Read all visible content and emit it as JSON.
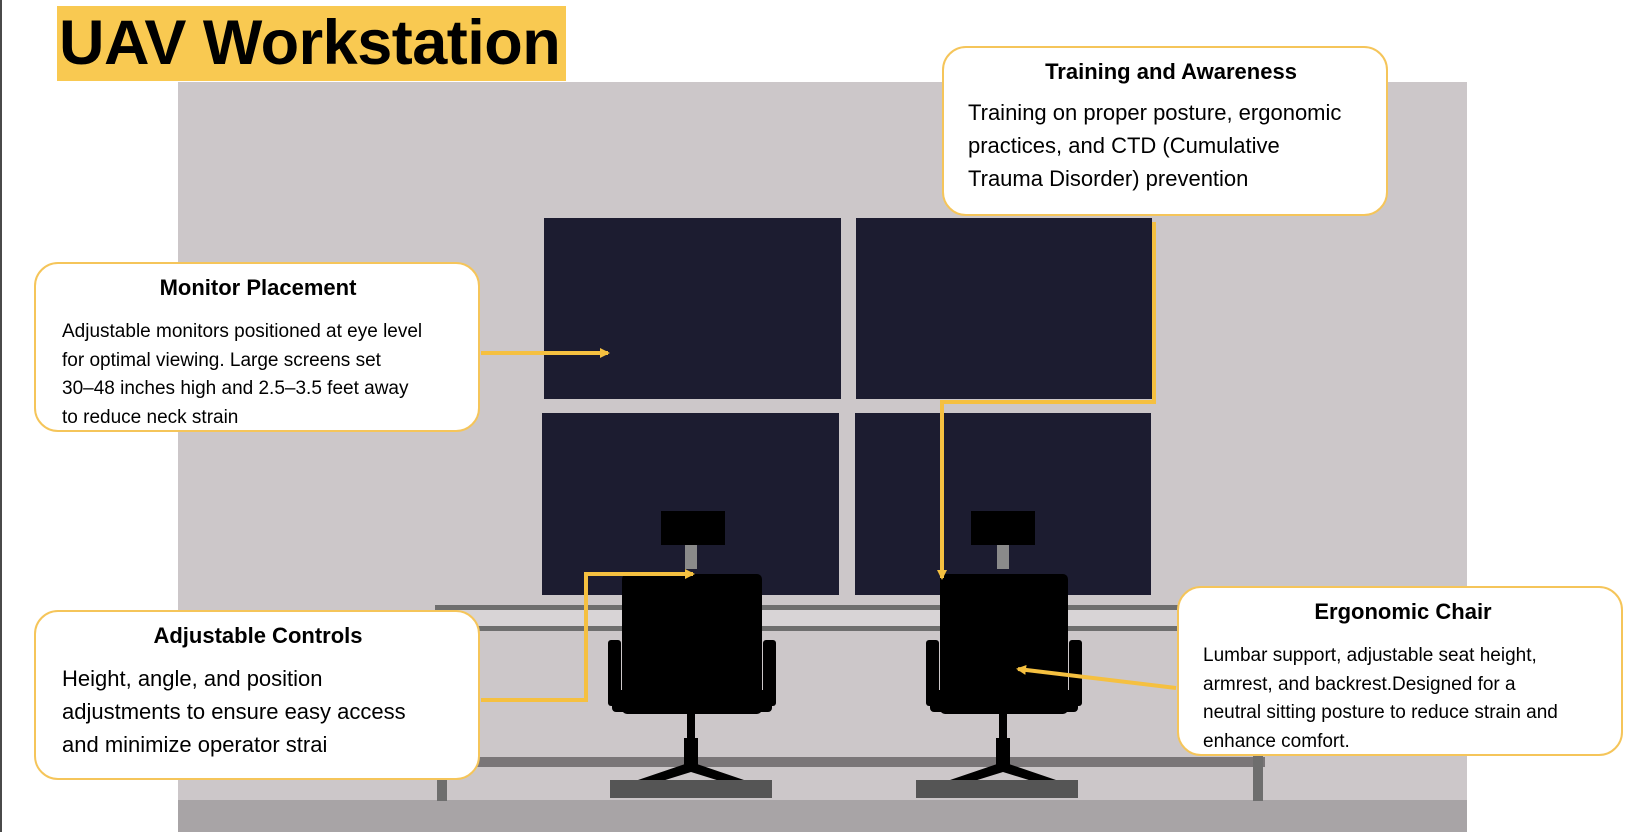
{
  "title": "UAV Workstation",
  "colors": {
    "accent": "#f9c951",
    "callout_border": "#f5c55a",
    "arrow": "#f5c040",
    "wall": "#ccc7c9",
    "monitor": "#1c1c30",
    "chair": "#000000",
    "desk": "#6e6e6e",
    "floor": "#a8a4a6"
  },
  "callouts": {
    "training": {
      "heading": "Training and Awareness",
      "lines": [
        "Training on proper posture, ergonomic",
        "practices, and CTD (Cumulative",
        "Trauma Disorder) prevention"
      ]
    },
    "monitor": {
      "heading": "Monitor Placement",
      "lines": [
        "Adjustable monitors positioned at eye level",
        "for optimal viewing. Large screens set",
        "30–48 inches high and 2.5–3.5 feet away",
        "to reduce neck strain"
      ]
    },
    "controls": {
      "heading": "Adjustable Controls",
      "lines": [
        "Height, angle, and position",
        "adjustments to ensure easy access",
        "and minimize operator strai"
      ]
    },
    "chair": {
      "heading": "Ergonomic Chair",
      "lines": [
        "Lumbar support, adjustable seat height,",
        "armrest, and backrest.Designed for a",
        "neutral sitting posture to reduce strain and",
        "enhance comfort."
      ]
    }
  }
}
